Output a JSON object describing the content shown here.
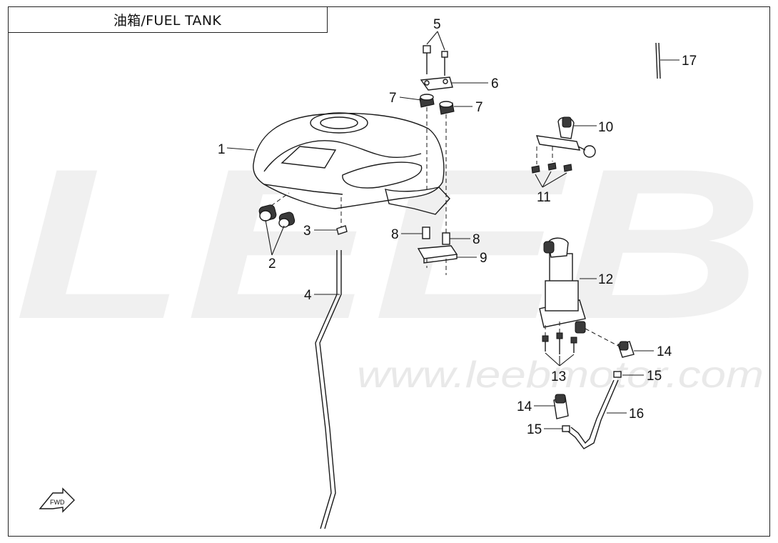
{
  "title": "油箱/FUEL TANK",
  "watermark": {
    "brand": "LEEB",
    "url": "www.leebmotor.com"
  },
  "fwd_label": "FWD",
  "callouts": [
    "1",
    "2",
    "3",
    "4",
    "5",
    "6",
    "7",
    "7",
    "8",
    "8",
    "9",
    "10",
    "11",
    "12",
    "13",
    "14",
    "14",
    "15",
    "15",
    "16",
    "17"
  ],
  "colors": {
    "line": "#1a1a1a",
    "watermark": "#efefef",
    "background": "#ffffff"
  }
}
